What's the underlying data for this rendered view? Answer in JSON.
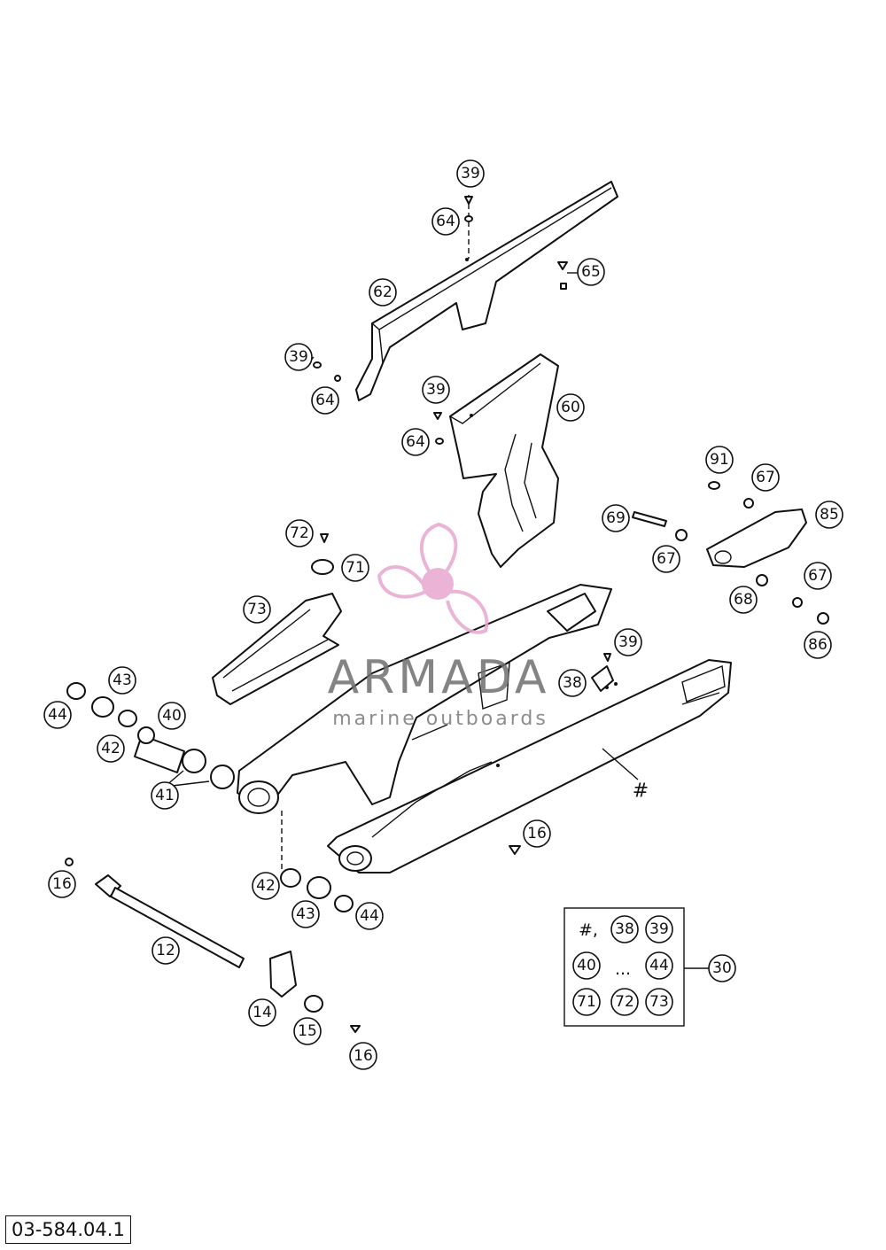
{
  "drawing_code": "03-584.04.1",
  "watermark": {
    "name": "ARMADA",
    "tagline": "marine outboards",
    "logo_icon": "propeller-icon",
    "logo_color": "#e8a8cf"
  },
  "callouts": {
    "c39a": "39",
    "c64a": "64",
    "c65": "65",
    "c62": "62",
    "c39b": "39",
    "c64b": "64",
    "c39c": "39",
    "c60": "60",
    "c64c": "64",
    "c91": "91",
    "c67a": "67",
    "c85": "85",
    "c69": "69",
    "c67b": "67",
    "c67c": "67",
    "c68": "68",
    "c86": "86",
    "c72": "72",
    "c71": "71",
    "c73": "73",
    "c39d": "39",
    "c38": "38",
    "c44a": "44",
    "c43a": "43",
    "c40": "40",
    "c42a": "42",
    "c41": "41",
    "c16a": "16",
    "c16b": "16",
    "c16c": "16",
    "c12": "12",
    "c14": "14",
    "c15": "15",
    "c42b": "42",
    "c43b": "43",
    "c44b": "44",
    "c30": "30",
    "hash": "#"
  },
  "legend": {
    "hash_label": "#,",
    "ellipsis": "...",
    "r1": [
      "38",
      "39"
    ],
    "r2": [
      "40",
      "44"
    ],
    "r3": [
      "71",
      "72",
      "73"
    ]
  }
}
